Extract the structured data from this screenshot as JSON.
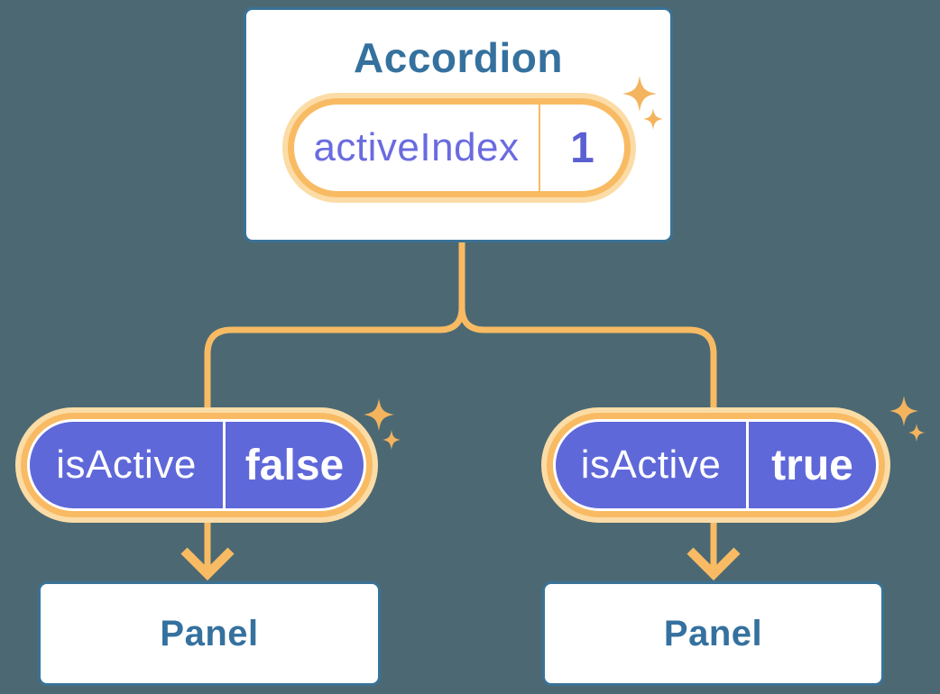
{
  "diagram": {
    "type": "react-state-tree",
    "colors": {
      "background": "#4c6973",
      "accent_orange": "#f8bb63",
      "halo_orange": "#fcdca6",
      "purple_fill": "#5f68d9",
      "blue_border": "#3a7296",
      "blue_text": "#35719e",
      "purple_label_text": "#6a6be0",
      "purple_value_text": "#5a5fd2"
    },
    "root": {
      "title": "Accordion",
      "prop": {
        "label": "activeIndex",
        "value": "1"
      }
    },
    "children": [
      {
        "prop": {
          "label": "isActive",
          "value": "false"
        },
        "panel": {
          "title": "Panel"
        }
      },
      {
        "prop": {
          "label": "isActive",
          "value": "true"
        },
        "panel": {
          "title": "Panel"
        }
      }
    ],
    "icons": [
      "sparkle-icon",
      "arrow-down-icon"
    ]
  }
}
